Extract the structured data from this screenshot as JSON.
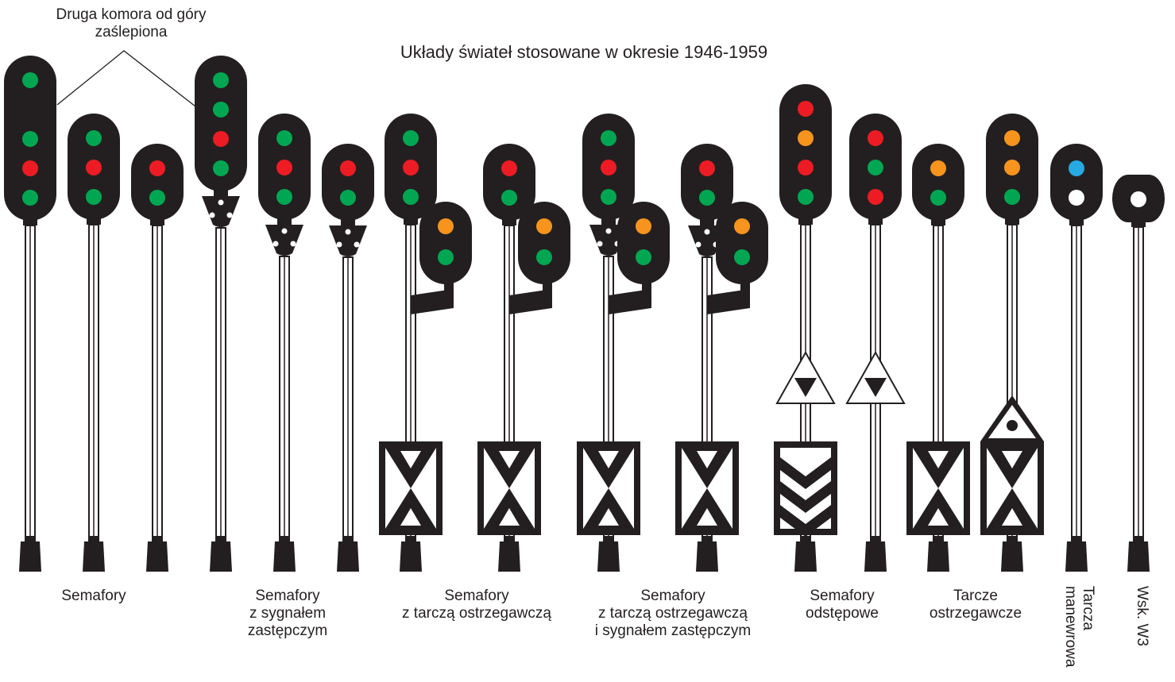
{
  "title": "Układy świateł stosowane w okresie 1946-1959",
  "annotation": [
    "Druga komora od góry",
    "zaślepiona"
  ],
  "colors": {
    "body": "#231f20",
    "green": "#00a651",
    "red": "#ed1c24",
    "orange": "#f7941d",
    "blue": "#27aae1",
    "white": "#ffffff"
  },
  "signals": [
    {
      "name": "semafor-1",
      "lights": [
        "green",
        "green",
        "red",
        "green"
      ],
      "masts": "blanked-second"
    },
    {
      "name": "semafor-2",
      "lights": [
        "green",
        "red",
        "green"
      ]
    },
    {
      "name": "semafor-3",
      "lights": [
        "red",
        "green"
      ]
    },
    {
      "name": "semafor-zast-1",
      "lights": [
        "green",
        "green",
        "red",
        "green"
      ],
      "substitute": true
    },
    {
      "name": "semafor-zast-2",
      "lights": [
        "green",
        "red",
        "green"
      ],
      "substitute": true
    },
    {
      "name": "semafor-zast-3",
      "lights": [
        "red",
        "green"
      ],
      "substitute": true
    },
    {
      "name": "semafor-tarcza-1",
      "lights": [
        "green",
        "red",
        "green"
      ],
      "warning": [
        "orange",
        "green"
      ],
      "board": "x"
    },
    {
      "name": "semafor-tarcza-2",
      "lights": [
        "red",
        "green"
      ],
      "warning": [
        "orange",
        "green"
      ],
      "board": "x"
    },
    {
      "name": "semafor-tarcza-zast-1",
      "lights": [
        "green",
        "red",
        "green"
      ],
      "warning": [
        "orange",
        "green"
      ],
      "board": "x",
      "substitute": true
    },
    {
      "name": "semafor-tarcza-zast-2",
      "lights": [
        "red",
        "green"
      ],
      "warning": [
        "orange",
        "green"
      ],
      "board": "x",
      "substitute": true
    },
    {
      "name": "semafor-odstepowy-1",
      "lights": [
        "red",
        "orange",
        "red",
        "green"
      ],
      "board": "chevron",
      "triangle": true
    },
    {
      "name": "semafor-odstepowy-2",
      "lights": [
        "red",
        "green",
        "red"
      ],
      "triangle": true
    },
    {
      "name": "tarcza-ostrzegawcza-1",
      "lights": [
        "orange",
        "green"
      ],
      "board": "x"
    },
    {
      "name": "tarcza-ostrzegawcza-2",
      "lights": [
        "orange",
        "orange",
        "green"
      ],
      "board": "x-house"
    },
    {
      "name": "tarcza-manewrowa",
      "lights": [
        "blue",
        "white"
      ]
    },
    {
      "name": "wskaznik-w3",
      "lights": [
        "white"
      ]
    }
  ],
  "groups": [
    {
      "key": "semafory",
      "lines": [
        "Semafory"
      ]
    },
    {
      "key": "semafory-zastepczy",
      "lines": [
        "Semafory",
        "z sygnałem",
        "zastępczym"
      ]
    },
    {
      "key": "semafory-tarcza",
      "lines": [
        "Semafory",
        "z tarczą ostrzegawczą"
      ]
    },
    {
      "key": "semafory-tarcza-zastepczy",
      "lines": [
        "Semafory",
        "z tarczą ostrzegawczą",
        "i sygnałem zastępczym"
      ]
    },
    {
      "key": "semafory-odstepowe",
      "lines": [
        "Semafory",
        "odstępowe"
      ]
    },
    {
      "key": "tarcze-ostrzegawcze",
      "lines": [
        "Tarcze",
        "ostrzegawcze"
      ]
    },
    {
      "key": "tarcza-manewrowa",
      "lines": [
        "Tarcza",
        "manewrowa"
      ]
    },
    {
      "key": "wsk-w3",
      "lines": [
        "Wsk. W3"
      ]
    }
  ]
}
